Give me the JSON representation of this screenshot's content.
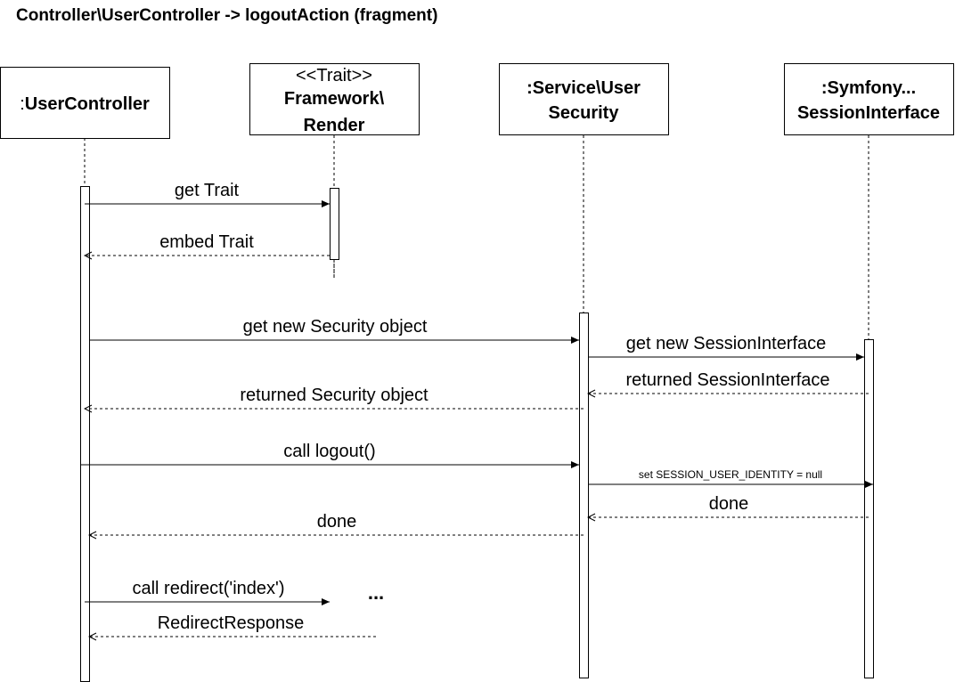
{
  "title": "Controller\\UserController  -> logoutAction   (fragment)",
  "participants": {
    "user_controller": {
      "prefix": ":",
      "name": "UserController"
    },
    "render": {
      "stereotype": "<<Trait>>",
      "line1": "Framework\\",
      "line2": "Render"
    },
    "user_security": {
      "line1": ":Service\\User",
      "line2": "Security"
    },
    "session": {
      "line1": ":Symfony...",
      "line2": "SessionInterface"
    }
  },
  "messages": {
    "get_trait": "get Trait",
    "embed_trait": "embed Trait",
    "get_security": "get new Security object",
    "get_session": "get new SessionInterface",
    "returned_session": "returned SessionInterface",
    "returned_security": "returned Security object",
    "call_logout": "call logout()",
    "set_identity": "set SESSION_USER_IDENTITY = null",
    "done_session": "done",
    "done_security": "done",
    "call_redirect": "call redirect('index')",
    "redirect_response": "RedirectResponse",
    "ellipsis": "..."
  }
}
